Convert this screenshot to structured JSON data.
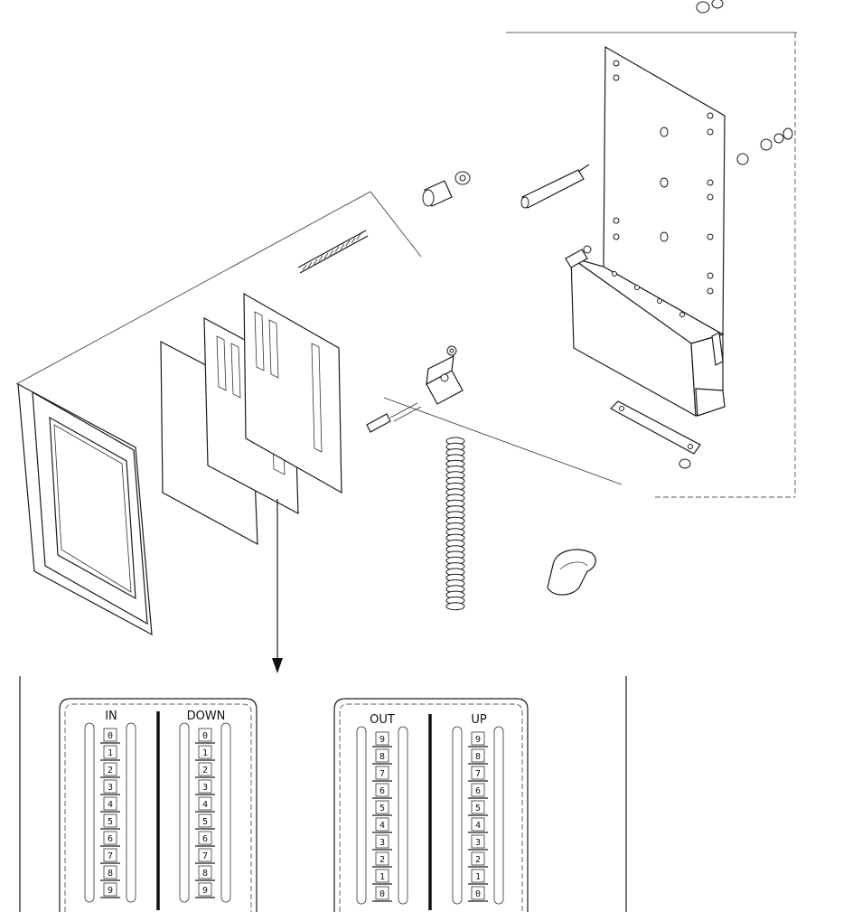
{
  "cards": [
    {
      "left_label": "IN",
      "right_label": "DOWN",
      "left_numbers": [
        "0",
        "1",
        "2",
        "3",
        "4",
        "5",
        "6",
        "7",
        "8",
        "9"
      ],
      "right_numbers": [
        "0",
        "1",
        "2",
        "3",
        "4",
        "5",
        "6",
        "7",
        "8",
        "9"
      ]
    },
    {
      "left_label": "OUT",
      "right_label": "UP",
      "left_numbers": [
        "9",
        "8",
        "7",
        "6",
        "5",
        "4",
        "3",
        "2",
        "1",
        "0"
      ],
      "right_numbers": [
        "9",
        "8",
        "7",
        "6",
        "5",
        "4",
        "3",
        "2",
        "1",
        "0"
      ]
    }
  ],
  "icons": {
    "arrow": "down-arrow-icon"
  }
}
